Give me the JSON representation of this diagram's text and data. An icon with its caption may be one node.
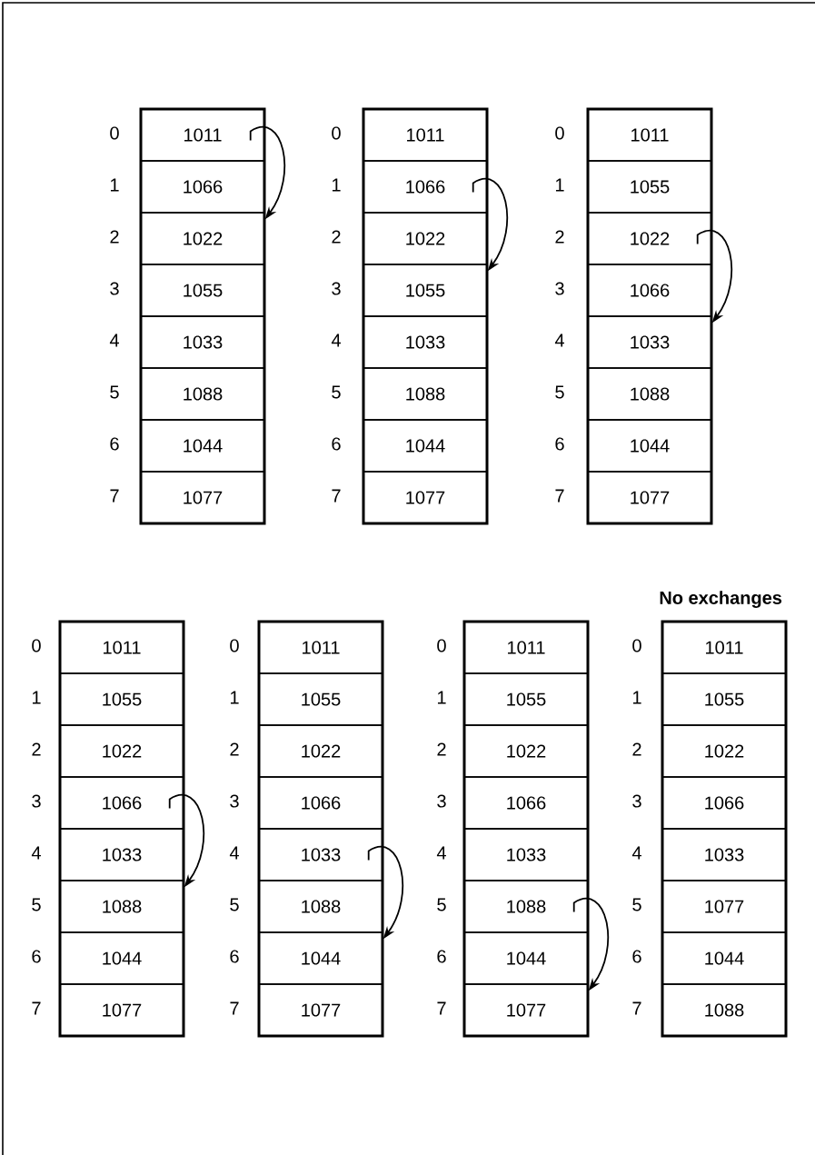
{
  "diagram": {
    "nodes": [
      {
        "text": [],
        "shape": "box"
      },
      {
        "text": [
          "1011"
        ],
        "in": 0,
        "beside": [
          "0"
        ]
      },
      {
        "text": [
          "1066"
        ],
        "in": 0,
        "beside": [
          "1"
        ]
      },
      {
        "text": [
          "1022"
        ],
        "in": 0,
        "beside": [
          "2"
        ]
      },
      {
        "text": [
          "1055"
        ],
        "in": 0,
        "beside": [
          "3"
        ]
      },
      {
        "text": [
          "1033"
        ],
        "in": 0,
        "beside": [
          "4"
        ]
      },
      {
        "text": [
          "1088"
        ],
        "in": 0,
        "beside": [
          "5"
        ]
      },
      {
        "text": [
          "1044"
        ],
        "in": 0,
        "beside": [
          "6"
        ]
      },
      {
        "text": [
          "1077"
        ],
        "in": 0,
        "beside": [
          "7"
        ]
      },
      {
        "text": [],
        "shape": "box"
      },
      {
        "text": [
          "1011"
        ],
        "in": 9,
        "beside": [
          "0"
        ]
      },
      {
        "text": [
          "1066"
        ],
        "in": 9,
        "beside": [
          "1"
        ]
      },
      {
        "text": [
          "1022"
        ],
        "in": 9,
        "beside": [
          "2"
        ]
      },
      {
        "text": [
          "1055"
        ],
        "in": 9,
        "beside": [
          "3"
        ]
      },
      {
        "text": [
          "1033"
        ],
        "in": 9,
        "beside": [
          "4"
        ]
      },
      {
        "text": [
          "1088"
        ],
        "in": 9,
        "beside": [
          "5"
        ]
      },
      {
        "text": [
          "1044"
        ],
        "in": 9,
        "beside": [
          "6"
        ]
      },
      {
        "text": [
          "1077"
        ],
        "in": 9,
        "beside": [
          "7"
        ]
      },
      {
        "text": [],
        "shape": "box"
      },
      {
        "text": [
          "1011"
        ],
        "in": 18,
        "beside": [
          "0"
        ]
      },
      {
        "text": [
          "1055"
        ],
        "in": 18,
        "beside": [
          "1"
        ]
      },
      {
        "text": [
          "1022"
        ],
        "in": 18,
        "beside": [
          "2"
        ]
      },
      {
        "text": [
          "1066"
        ],
        "in": 18,
        "beside": [
          "3"
        ]
      },
      {
        "text": [
          "1033"
        ],
        "in": 18,
        "beside": [
          "4"
        ]
      },
      {
        "text": [
          "1088"
        ],
        "in": 18,
        "beside": [
          "5"
        ]
      },
      {
        "text": [
          "1044"
        ],
        "in": 18,
        "beside": [
          "6"
        ]
      },
      {
        "text": [
          "1077"
        ],
        "in": 18,
        "beside": [
          "7"
        ]
      },
      {
        "text": [],
        "shape": "box"
      },
      {
        "text": [
          "1011"
        ],
        "in": 27,
        "beside": [
          "0"
        ]
      },
      {
        "text": [
          "1055"
        ],
        "in": 27,
        "beside": [
          "1"
        ]
      },
      {
        "text": [
          "1022"
        ],
        "in": 27,
        "beside": [
          "2"
        ]
      },
      {
        "text": [
          "1066"
        ],
        "in": 27,
        "beside": [
          "3"
        ]
      },
      {
        "text": [
          "1033"
        ],
        "in": 27,
        "beside": [
          "4"
        ]
      },
      {
        "text": [
          "1088"
        ],
        "in": 27,
        "beside": [
          "5"
        ]
      },
      {
        "text": [
          "1044"
        ],
        "in": 27,
        "beside": [
          "6"
        ]
      },
      {
        "text": [
          "1077"
        ],
        "in": 27,
        "beside": [
          "7"
        ]
      },
      {
        "text": [],
        "shape": "box"
      },
      {
        "text": [
          "1011"
        ],
        "in": 36,
        "beside": [
          "0"
        ]
      },
      {
        "text": [
          "1055"
        ],
        "in": 36,
        "beside": [
          "1"
        ]
      },
      {
        "text": [
          "1022"
        ],
        "in": 36,
        "beside": [
          "2"
        ]
      },
      {
        "text": [
          "1066"
        ],
        "in": 36,
        "beside": [
          "3"
        ]
      },
      {
        "text": [
          "1033"
        ],
        "in": 36,
        "beside": [
          "4"
        ]
      },
      {
        "text": [
          "1088"
        ],
        "in": 36,
        "beside": [
          "5"
        ]
      },
      {
        "text": [
          "1044"
        ],
        "in": 36,
        "beside": [
          "6"
        ]
      },
      {
        "text": [
          "1077"
        ],
        "in": 36,
        "beside": [
          "7"
        ]
      },
      {
        "text": [],
        "shape": "box"
      },
      {
        "text": [
          "1011"
        ],
        "in": 45,
        "beside": [
          "0"
        ]
      },
      {
        "text": [
          "1055"
        ],
        "in": 45,
        "beside": [
          "1"
        ]
      },
      {
        "text": [
          "1022"
        ],
        "in": 45,
        "beside": [
          "2"
        ]
      },
      {
        "text": [
          "1066"
        ],
        "in": 45,
        "beside": [
          "3"
        ]
      },
      {
        "text": [
          "1033"
        ],
        "in": 45,
        "beside": [
          "4"
        ]
      },
      {
        "text": [
          "1088"
        ],
        "in": 45,
        "beside": [
          "5"
        ]
      },
      {
        "text": [
          "1044"
        ],
        "in": 45,
        "beside": [
          "6"
        ]
      },
      {
        "text": [
          "1077"
        ],
        "in": 45,
        "beside": [
          "7"
        ]
      },
      {
        "text": [
          "No exchanges"
        ]
      },
      {
        "text": [
          "1011"
        ],
        "in": 54,
        "beside": [
          "0"
        ]
      },
      {
        "text": [
          "1055"
        ],
        "in": 54,
        "beside": [
          "1"
        ]
      },
      {
        "text": [
          "1022"
        ],
        "in": 54,
        "beside": [
          "2"
        ]
      },
      {
        "text": [
          "1066"
        ],
        "in": 54,
        "beside": [
          "3"
        ]
      },
      {
        "text": [
          "1033"
        ],
        "in": 54,
        "beside": [
          "4"
        ]
      },
      {
        "text": [
          "1077"
        ],
        "in": 54,
        "beside": [
          "5"
        ]
      },
      {
        "text": [
          "1044"
        ],
        "in": 54,
        "beside": [
          "6"
        ]
      },
      {
        "text": [
          "1088"
        ],
        "in": 54,
        "beside": [
          "7"
        ]
      }
    ],
    "edges": [
      {
        "from": 1,
        "to": 3,
        "arrow": "to"
      },
      {
        "from": 11,
        "to": 13,
        "arrow": "to"
      },
      {
        "from": 21,
        "to": 23,
        "arrow": "to"
      },
      {
        "from": 31,
        "to": 33,
        "arrow": "to"
      },
      {
        "from": 41,
        "to": 43,
        "arrow": "to"
      },
      {
        "from": 51,
        "to": 53,
        "arrow": "to"
      }
    ]
  }
}
